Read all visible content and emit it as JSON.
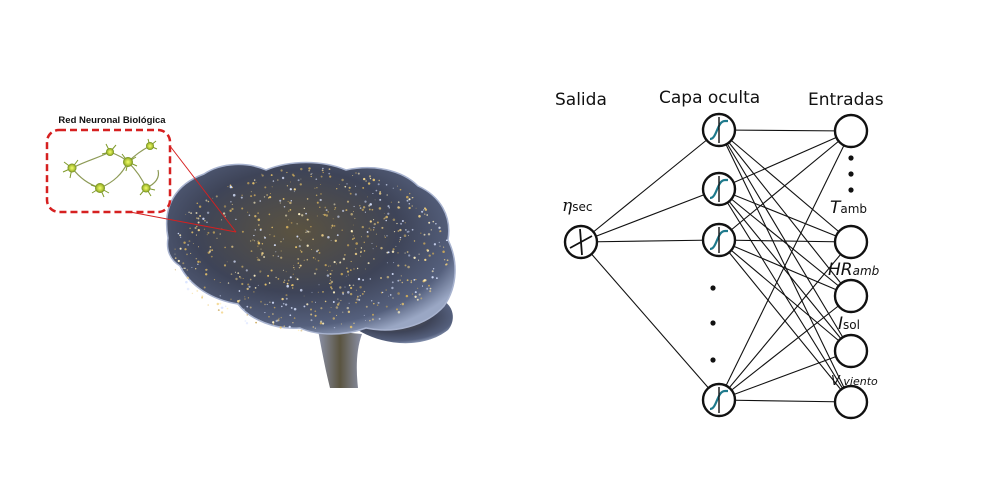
{
  "brain_inset": {
    "title": "Red Neuronal Biológica",
    "border_color": "#d62020",
    "neuron_color": "#b5c93a"
  },
  "network": {
    "headers": {
      "output": "Salida",
      "hidden": "Capa oculta",
      "inputs": "Entradas"
    },
    "output_node": {
      "symbol": "η",
      "subscript": "sec"
    },
    "inputs": [
      {
        "main": "T",
        "sub": "amb",
        "sub_italic": false
      },
      {
        "main": "HR",
        "sub": "amb",
        "sub_italic": true
      },
      {
        "main": "I",
        "sub": "sol",
        "sub_italic": false
      },
      {
        "main": "V",
        "sub": " viento",
        "sub_italic": true
      }
    ],
    "sigmoid_color": "#1f7a8c",
    "line_color": "#111111"
  }
}
